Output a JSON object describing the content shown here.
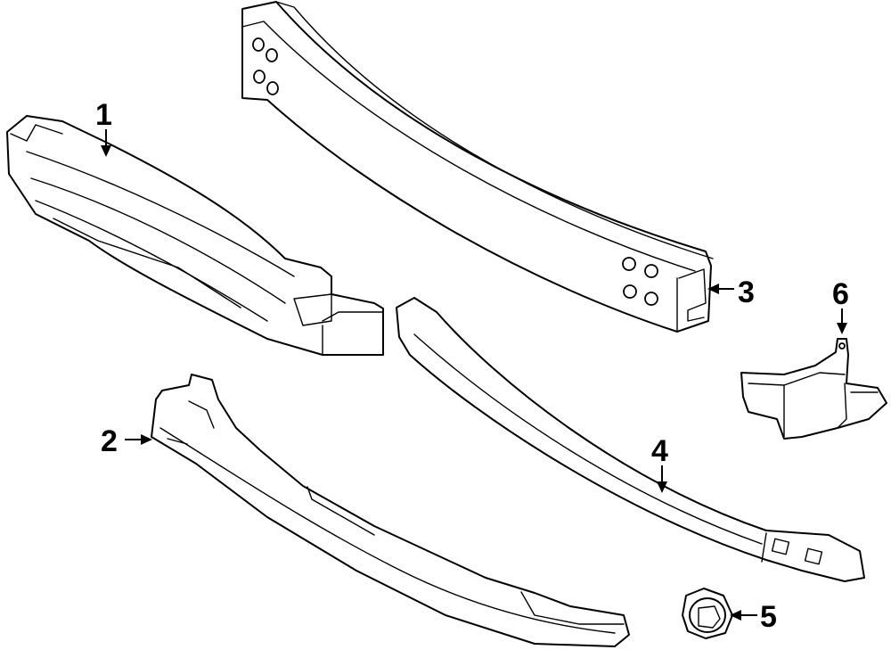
{
  "diagram": {
    "callouts": [
      {
        "label": "1"
      },
      {
        "label": "2"
      },
      {
        "label": "3"
      },
      {
        "label": "4"
      },
      {
        "label": "5"
      },
      {
        "label": "6"
      }
    ]
  },
  "colors": {
    "line": "#000000",
    "background": "#ffffff"
  }
}
